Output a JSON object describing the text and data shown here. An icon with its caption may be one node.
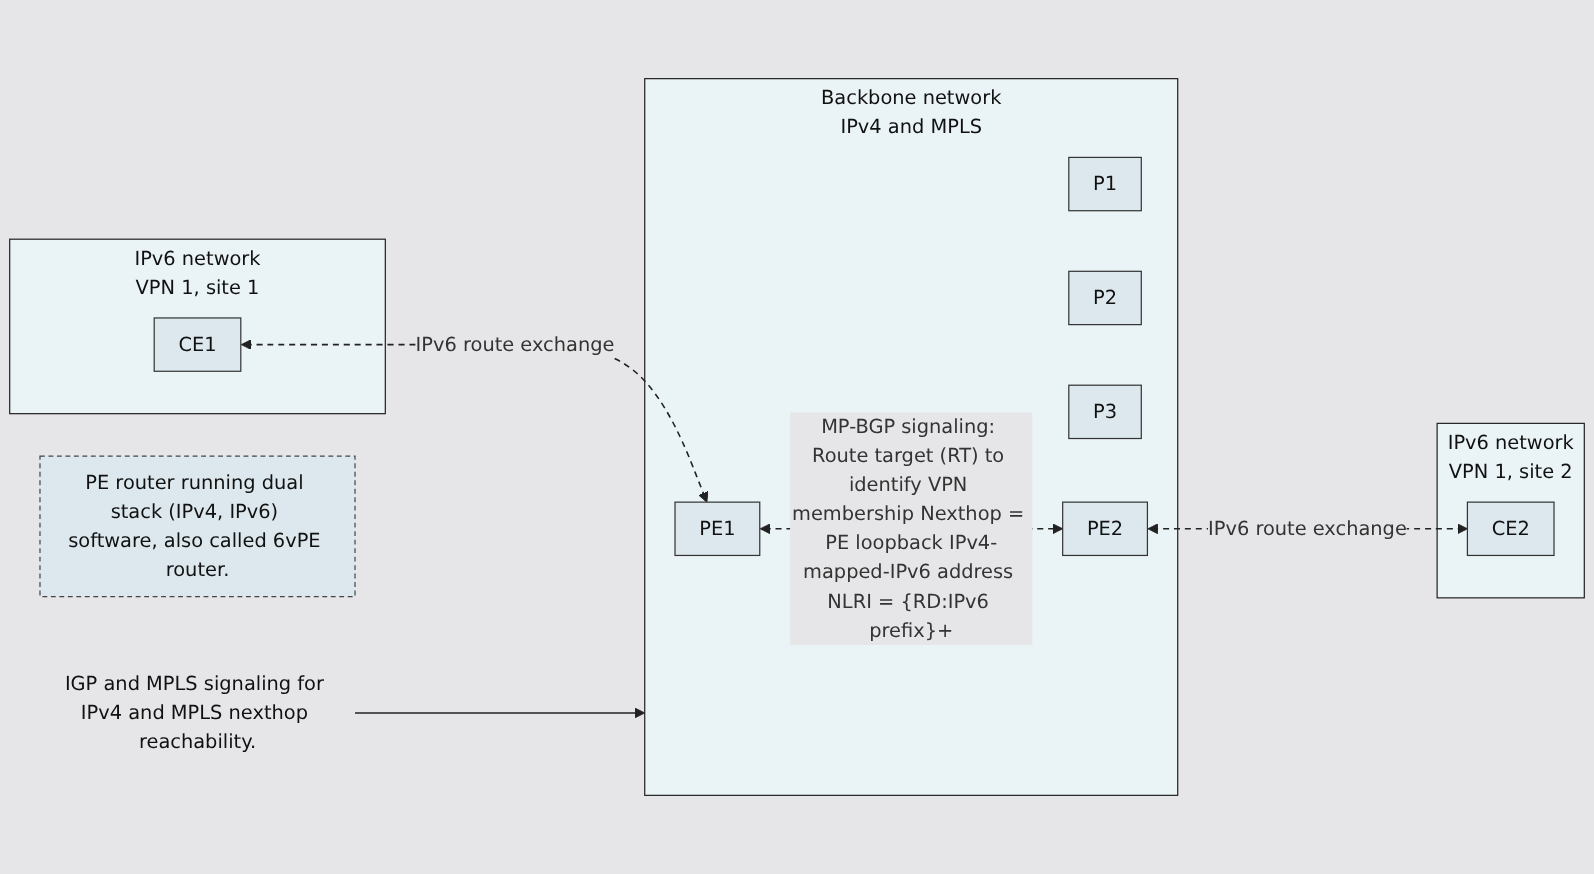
{
  "diagram": {
    "nodes": [
      {
        "text": [
          "IPv6 network",
          "VPN 1, site 1"
        ]
      },
      {
        "text": [
          "CE1"
        ],
        "in": 0
      },
      {
        "text": [
          "Backbone network",
          "IPv4 and MPLS"
        ]
      },
      {
        "text": [
          "PE1"
        ],
        "in": 2
      },
      {
        "text": [
          "P1"
        ],
        "in": 2
      },
      {
        "text": [
          "P2"
        ],
        "in": 2
      },
      {
        "text": [
          "P3"
        ],
        "in": 2
      },
      {
        "text": [
          "PE2"
        ],
        "in": 2
      },
      {
        "text": [
          "IPv6 network",
          "VPN 1, site 2"
        ]
      },
      {
        "text": [
          "CE2"
        ],
        "in": 8
      },
      {
        "text": [
          "PE router running dual stack (IPv4, IPv6) software, also called 6vPE router."
        ]
      },
      {
        "text": [
          "IGP and MPLS signaling for IPv4 and MPLS nexthop reachability."
        ]
      }
    ],
    "edges": [
      {
        "from": 1,
        "to": 3,
        "arrow": "both",
        "style": "dashed",
        "label": "IPv6 route exchange"
      },
      {
        "from": 3,
        "to": 7,
        "arrow": "both",
        "style": "dashed",
        "label": "MP-BGP signaling: Route target (RT) to identify VPN membership Nexthop = PE loopback IPv4-mapped-IPv6 address NLRI = {RD:IPv6 prefix}+"
      },
      {
        "from": 7,
        "to": 9,
        "arrow": "both",
        "style": "dashed",
        "label": "IPv6 route exchange"
      },
      {
        "from": 11,
        "to": 2,
        "arrow": "to"
      }
    ]
  }
}
